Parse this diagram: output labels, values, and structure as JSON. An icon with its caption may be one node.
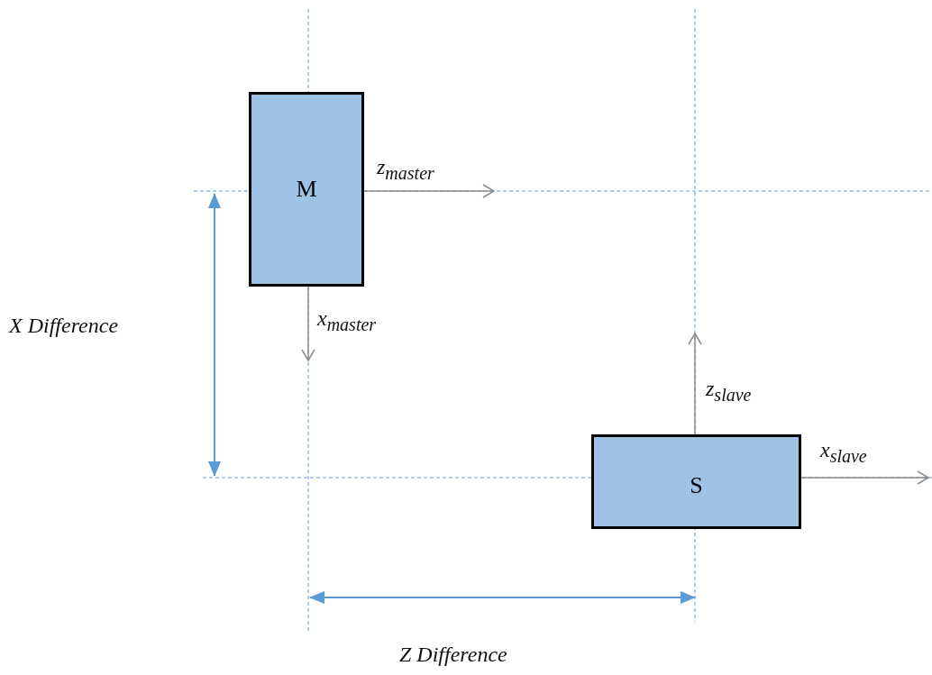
{
  "diagram": {
    "nodes": [
      {
        "text": [
          "M"
        ]
      },
      {
        "text": [
          "S"
        ]
      }
    ],
    "labels": [
      "z$_{master}$",
      "x$_{master}$",
      "X Difference",
      "z$_{slave}$",
      "x$_{slave}$",
      "Z Difference"
    ]
  }
}
